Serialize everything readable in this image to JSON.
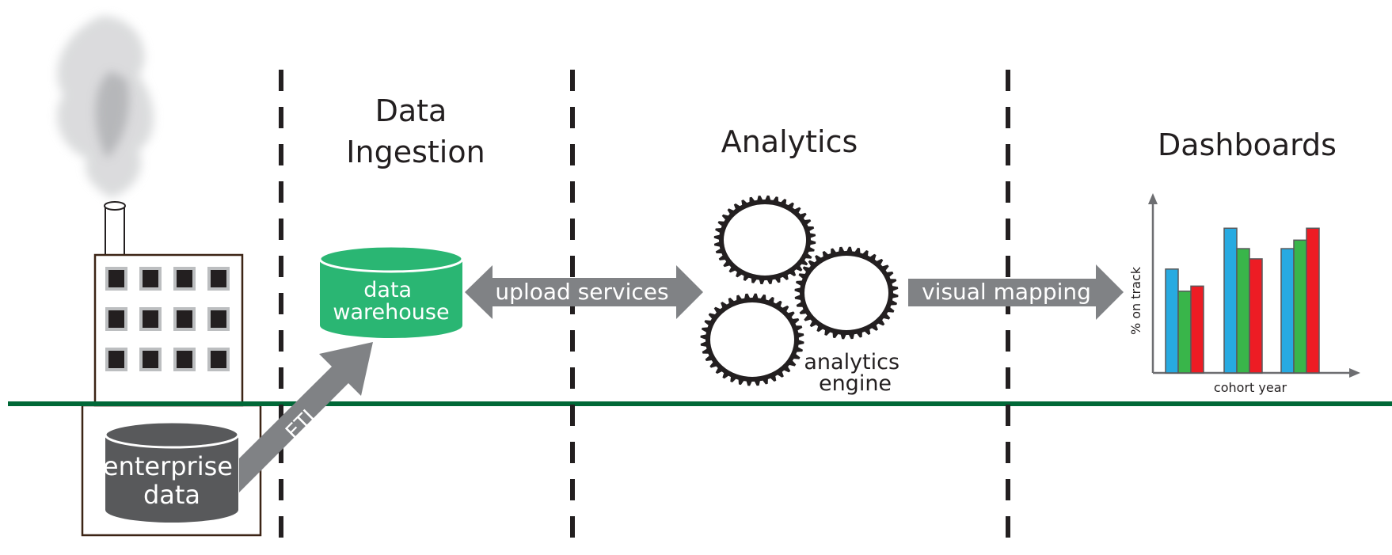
{
  "sections": {
    "data_ingestion": [
      "Data",
      "Ingestion"
    ],
    "analytics": "Analytics",
    "dashboards": "Dashboards"
  },
  "enterprise_data": [
    "enterprise",
    "data"
  ],
  "data_warehouse": [
    "data",
    "warehouse"
  ],
  "etl_label": "ETL",
  "upload_label": "upload services",
  "visual_label": "visual mapping",
  "engine_label": [
    "analytics",
    "engine"
  ],
  "colors": {
    "green_line": "#006837",
    "warehouse": "#2ab673",
    "enterprise": "#58595b",
    "arrow": "#808285",
    "building_outline": "#3c2415",
    "bar_blue": "#27aae1",
    "bar_green": "#39b54a",
    "bar_red": "#ed1c24"
  },
  "chart_data": {
    "type": "bar",
    "xlabel": "cohort year",
    "ylabel": "% on track",
    "categories": [
      "",
      "",
      ""
    ],
    "series": [
      {
        "color": "#27aae1",
        "values": [
          61,
          85,
          73
        ]
      },
      {
        "color": "#39b54a",
        "values": [
          48,
          73,
          78
        ]
      },
      {
        "color": "#ed1c24",
        "values": [
          51,
          67,
          85
        ]
      }
    ],
    "ylim": [
      0,
      100
    ],
    "grid": false
  }
}
